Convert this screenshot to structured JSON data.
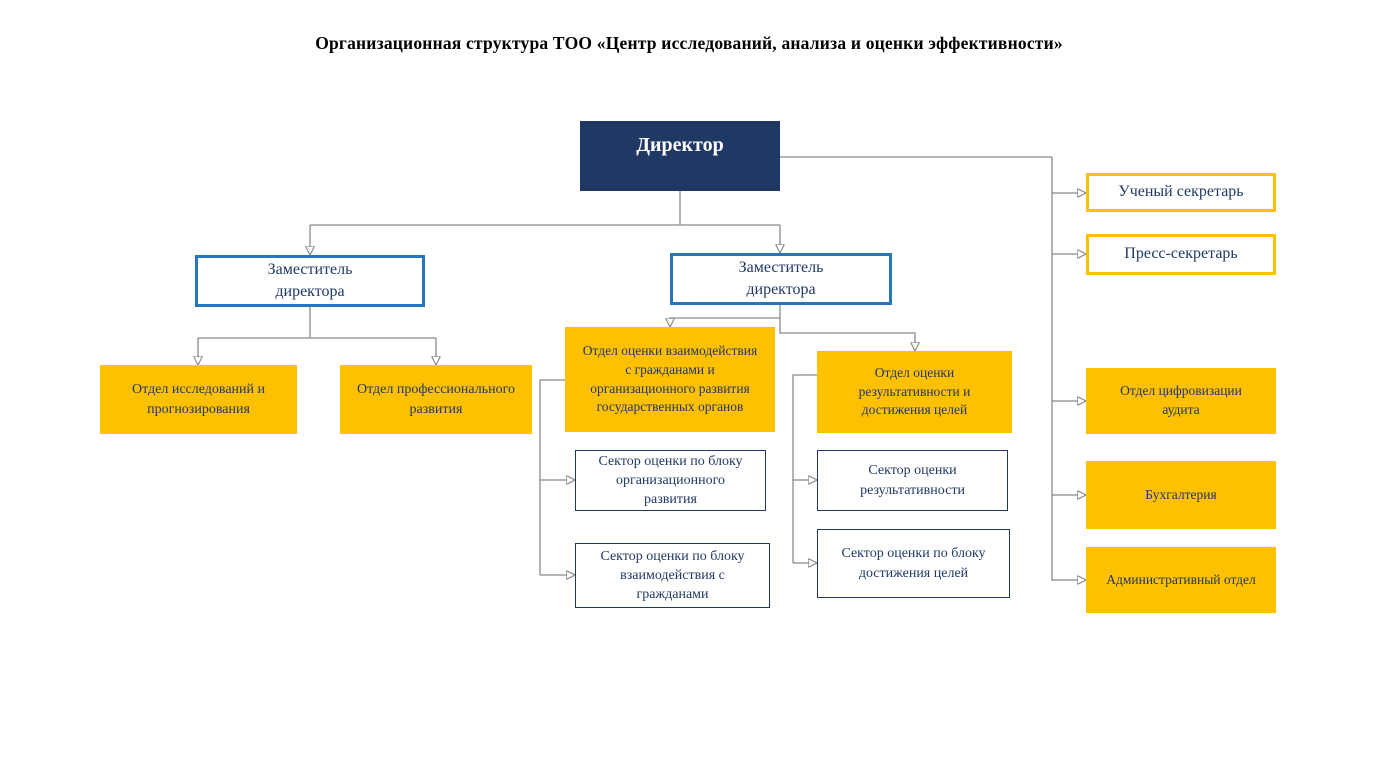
{
  "title": "Организационная структура ТОО «Центр исследований, анализа и оценки эффективности»",
  "colors": {
    "navy_fill": "#1F3864",
    "blue_border": "#2577BD",
    "gold": "#FFC000",
    "text_navy": "#1F3864",
    "connector_gray": "#8A8A8A",
    "arrowhead_gray": "#7F7F7F",
    "background": "#FFFFFF",
    "title_color": "#000000"
  },
  "nodes": {
    "director": {
      "label": "Директор"
    },
    "deputy_left": {
      "label": "Заместитель\nдиректора"
    },
    "deputy_right": {
      "label": "Заместитель\nдиректора"
    },
    "scientific_secretary": {
      "label": "Ученый секретарь"
    },
    "press_secretary": {
      "label": "Пресс-секретарь"
    },
    "dept_research": {
      "label": "Отдел исследований и\nпрогнозирования"
    },
    "dept_professional": {
      "label": "Отдел профессионального\nразвития"
    },
    "dept_interaction": {
      "label": "Отдел оценки взаимодействия\nс гражданами и\nорганизационного развития\nгосударственных органов"
    },
    "dept_results": {
      "label": "Отдел оценки\nрезультативности и\nдостижения целей"
    },
    "sector_org_dev": {
      "label": "Сектор оценки по блоку\nорганизационного\nразвития"
    },
    "sector_citizens": {
      "label": "Сектор оценки по блоку\nвзаимодействия с\nгражданами"
    },
    "sector_results": {
      "label": "Сектор оценки\nрезультативности"
    },
    "sector_goals": {
      "label": "Сектор оценки по блоку\nдостижения целей"
    },
    "dept_digital": {
      "label": "Отдел цифровизации\nаудита"
    },
    "dept_accounting": {
      "label": "Бухгалтерия"
    },
    "dept_admin": {
      "label": "Административный отдел"
    }
  }
}
